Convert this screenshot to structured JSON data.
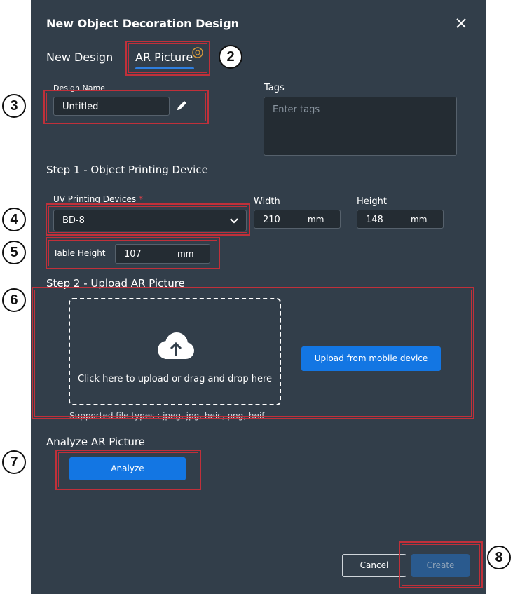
{
  "dialog": {
    "title": "New Object Decoration Design"
  },
  "tabs": {
    "new_design": "New Design",
    "ar_picture": "AR Picture"
  },
  "design_name": {
    "label": "Design Name",
    "value": "Untitled"
  },
  "tags": {
    "label": "Tags",
    "placeholder": "Enter tags"
  },
  "step1": {
    "heading": "Step 1 - Object Printing Device",
    "device_label": "UV Printing Devices",
    "required_mark": "*",
    "device_value": "BD-8",
    "width_label": "Width",
    "width_value": "210",
    "height_label": "Height",
    "height_value": "148",
    "unit": "mm",
    "table_height_label": "Table Height",
    "table_height_value": "107"
  },
  "step2": {
    "heading": "Step 2 - Upload AR Picture",
    "upload_text": "Click here to upload or drag and drop here",
    "mobile_button": "Upload from mobile device",
    "supported_types": "Supported file types : jpeg, jpg, heic, png, heif"
  },
  "analyze": {
    "heading": "Analyze AR Picture",
    "button": "Analyze"
  },
  "footer": {
    "cancel": "Cancel",
    "create": "Create"
  },
  "callouts": [
    "2",
    "3",
    "4",
    "5",
    "6",
    "7",
    "8"
  ],
  "colors": {
    "dialog_bg": "#323e4a",
    "accent_blue": "#1376e3",
    "highlight_red": "#c0303a"
  }
}
